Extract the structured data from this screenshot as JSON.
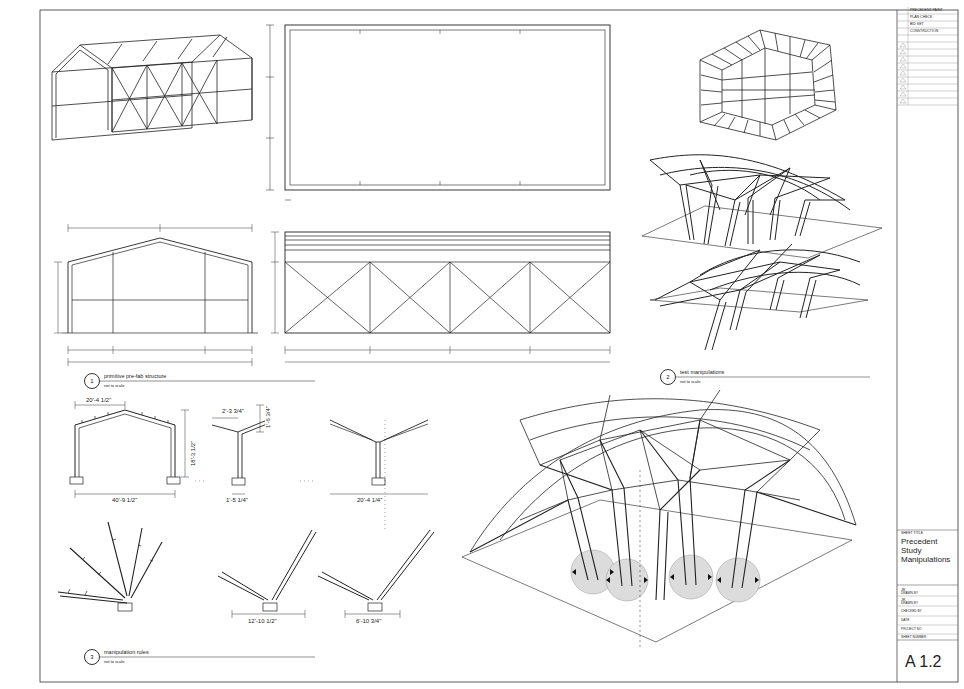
{
  "diagram": {
    "title": "Precedent Study Manipulations",
    "nodes": [
      {
        "text": [
          "1"
        ]
      },
      {
        "text": [
          "2"
        ]
      },
      {
        "text": [
          "3"
        ]
      }
    ],
    "labels": [
      "PRECEDENT PAINT",
      "PLAN CHECK",
      "BID SET",
      "CONSTRUCTION",
      "primitive pre-fab structure",
      "not to scale",
      "test manipulations",
      "not to scale",
      "manipulation rules",
      "not to scale",
      "20'-4 1/2\"",
      "18'-3 1/2\"",
      "40'-9 1/2\"",
      "2'-3 3/4\"",
      "1'-6 3/4\"",
      "1'-5 1/4\"",
      "20'-4 1/4\"",
      "12'-10 1/2\"",
      "6'-10 3/4\"",
      "SHEET TITLE",
      "JK",
      "DRAWN BY",
      "JK",
      "DRAWN BY",
      "CHECKED BY",
      "DATE",
      "PROJECT NO",
      "SHEET NUMBER",
      "A 1.2"
    ]
  }
}
